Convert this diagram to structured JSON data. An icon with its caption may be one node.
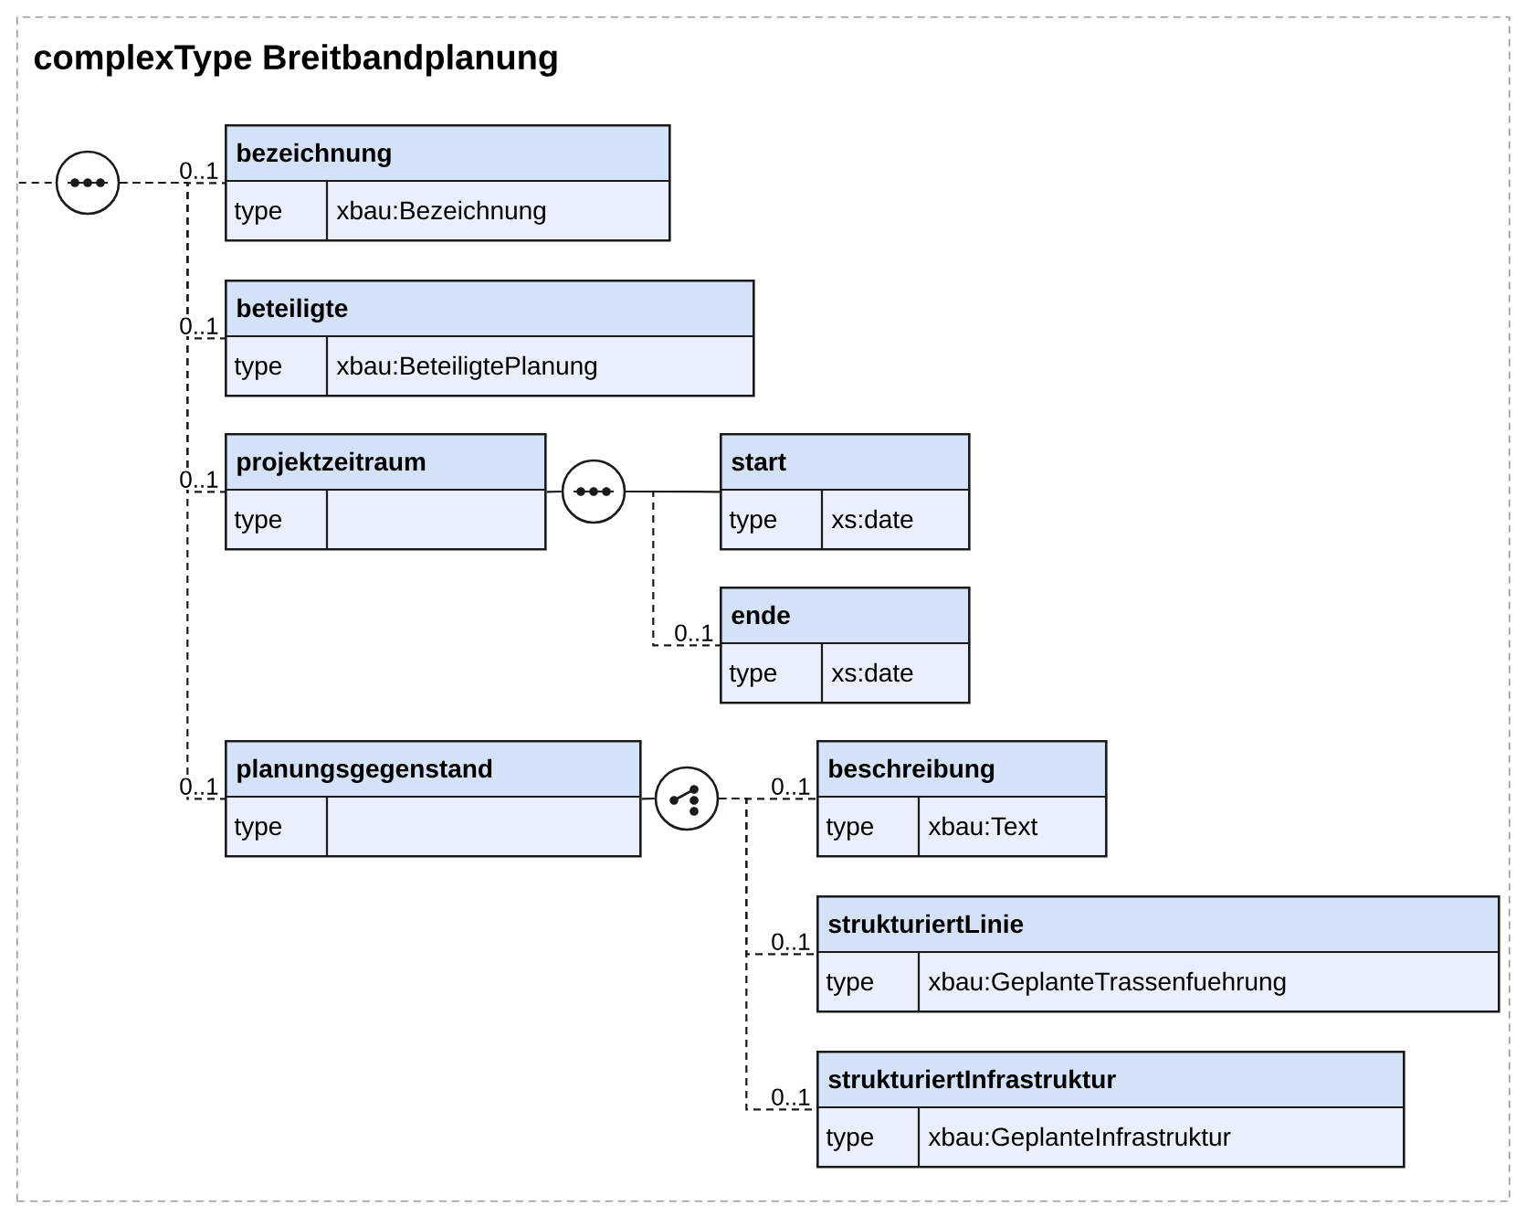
{
  "diagram": {
    "nodes": [
      {
        "text": [
          "complexType Breitbandplanung"
        ]
      },
      {
        "text": [],
        "shape": "circle",
        "in": 0
      },
      {
        "text": [
          "bezeichnung",
          "type",
          "xbau:Bezeichnung"
        ],
        "in": 0
      },
      {
        "text": [
          "beteiligte",
          "type",
          "xbau:BeteiligtePlanung"
        ],
        "in": 0
      },
      {
        "text": [
          "projektzeitraum",
          "type"
        ],
        "in": 0
      },
      {
        "text": [],
        "shape": "circle",
        "in": 0
      },
      {
        "text": [
          "start",
          "type",
          "xs:date"
        ],
        "in": 0
      },
      {
        "text": [
          "ende",
          "type",
          "xs:date"
        ],
        "in": 0
      },
      {
        "text": [
          "planungsgegenstand",
          "type"
        ],
        "in": 0
      },
      {
        "text": [],
        "shape": "circle",
        "in": 0
      },
      {
        "text": [
          "beschreibung",
          "type",
          "xbau:Text"
        ],
        "in": 0
      },
      {
        "text": [
          "strukturiertLinie",
          "type",
          "xbau:GeplanteTrassenfuehrung"
        ],
        "in": 0
      },
      {
        "text": [
          "strukturiertInfrastruktur",
          "type",
          "xbau:GeplanteInfrastruktur"
        ],
        "in": 0
      }
    ],
    "edges": [
      {
        "from": null,
        "to": 1,
        "arrow": "none",
        "style": "dashed"
      },
      {
        "from": 1,
        "to": 2,
        "arrow": "none",
        "style": "dashed",
        "label": "0..1"
      },
      {
        "from": 1,
        "to": 3,
        "arrow": "none",
        "style": "dashed",
        "label": "0..1"
      },
      {
        "from": 1,
        "to": 4,
        "arrow": "none",
        "style": "dashed",
        "label": "0..1"
      },
      {
        "from": 1,
        "to": 8,
        "arrow": "none",
        "style": "dashed",
        "label": "0..1"
      },
      {
        "from": 4,
        "to": 5,
        "arrow": "none"
      },
      {
        "from": 5,
        "to": 6,
        "arrow": "none"
      },
      {
        "from": 5,
        "to": 7,
        "arrow": "none",
        "style": "dashed",
        "label": "0..1"
      },
      {
        "from": 8,
        "to": 9,
        "arrow": "none"
      },
      {
        "from": 9,
        "to": 10,
        "arrow": "none",
        "style": "dashed",
        "label": "0..1"
      },
      {
        "from": 9,
        "to": 11,
        "arrow": "none",
        "style": "dashed",
        "label": "0..1"
      },
      {
        "from": 9,
        "to": 12,
        "arrow": "none",
        "style": "dashed",
        "label": "0..1"
      }
    ]
  }
}
